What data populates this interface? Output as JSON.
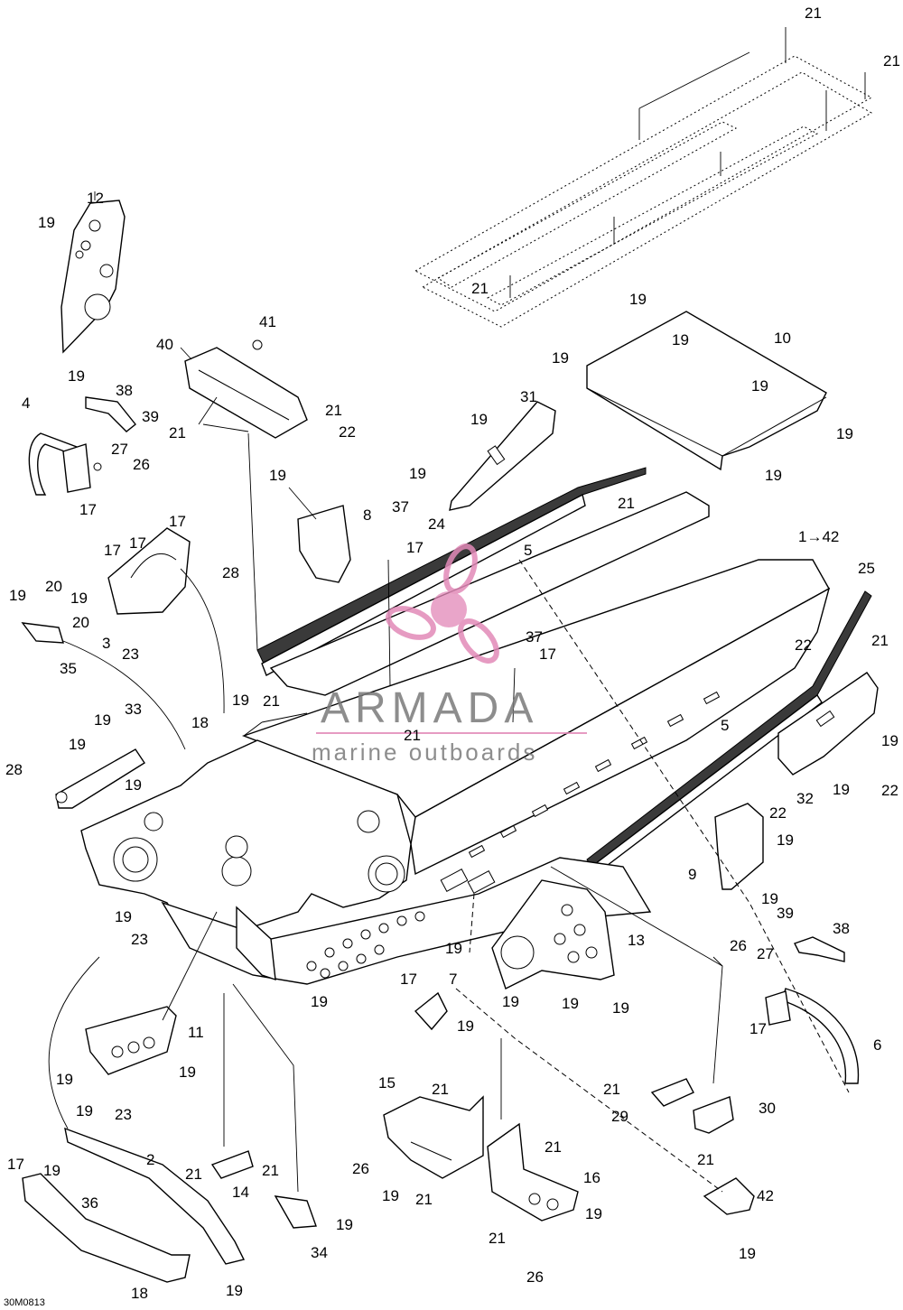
{
  "reference_code": "30M0813",
  "watermark": {
    "brand": "ARMADA",
    "tagline": "marine outboards",
    "logo": "propeller-logo"
  },
  "callouts": {
    "top_plate_21_a": "21",
    "top_plate_21_b": "21",
    "top_plate_21_c": "21",
    "part_12": "12",
    "part_12_19_a": "19",
    "part_12_19_b": "19",
    "part_41": "41",
    "part_40": "40",
    "part_40_21_a": "21",
    "part_40_21_b": "21",
    "part_38_left": "38",
    "part_39_left": "39",
    "part_4": "4",
    "part_27_left": "27",
    "part_26_left": "26",
    "part_17_left": "17",
    "part_22_upper": "22",
    "part_19_cluster": "19",
    "part_8": "8",
    "part_10": "10",
    "part_10_19_a": "19",
    "part_10_19_b": "19",
    "part_10_19_c": "19",
    "part_10_19_d": "19",
    "part_10_19_e": "19",
    "part_10_19_f": "19",
    "part_31": "31",
    "part_31_19_a": "19",
    "part_31_19_b": "19",
    "part_21_rail": "21",
    "part_37_upper": "37",
    "part_17_upper": "17",
    "part_24": "24",
    "part_5_upper": "5",
    "part_1_42": "1→42",
    "part_25": "25",
    "part_17_a": "17",
    "part_17_b": "17",
    "part_17_c": "17",
    "part_28_upper": "28",
    "part_3": "3",
    "part_23_upper": "23",
    "part_19_left_a": "19",
    "part_20_a": "20",
    "part_19_left_b": "19",
    "part_20_b": "20",
    "part_35": "35",
    "part_37_mid": "37",
    "part_17_mid": "17",
    "part_22_right": "22",
    "part_21_right": "21",
    "part_19_frame": "19",
    "part_21_frame_a": "21",
    "part_21_frame_b": "21",
    "part_18_upper": "18",
    "part_33": "33",
    "part_19_33_a": "19",
    "part_19_33_b": "19",
    "part_28_left": "28",
    "part_19_33_c": "19",
    "part_5_mid": "5",
    "part_32": "32",
    "part_19_32_a": "19",
    "part_19_32_b": "19",
    "part_22_32": "22",
    "part_22_9": "22",
    "part_19_9_a": "19",
    "part_9": "9",
    "part_19_9_b": "19",
    "part_19_under_a": "19",
    "part_23_under": "23",
    "part_19_under_b": "19",
    "part_17_under": "17",
    "part_19_under_c": "19",
    "part_13": "13",
    "part_19_13_a": "19",
    "part_19_13_b": "19",
    "part_19_13_c": "19",
    "part_7": "7",
    "part_19_7": "19",
    "part_39_right": "39",
    "part_38_right": "38",
    "part_26_right": "26",
    "part_27_right": "27",
    "part_17_right": "17",
    "part_6": "6",
    "part_11": "11",
    "part_19_11_a": "19",
    "part_19_11_b": "19",
    "part_19_11_c": "19",
    "part_23_11": "23",
    "part_15": "15",
    "part_21_15_a": "21",
    "part_26_15": "26",
    "part_19_15": "19",
    "part_21_15_b": "21",
    "part_21_16_a": "21",
    "part_16": "16",
    "part_19_16": "19",
    "part_21_16_b": "21",
    "part_26_16": "26",
    "part_21_29": "21",
    "part_29": "29",
    "part_30": "30",
    "part_21_30": "21",
    "part_42": "42",
    "part_19_42": "19",
    "part_2": "2",
    "part_17_36": "17",
    "part_19_36": "19",
    "part_36": "36",
    "part_18_lower": "18",
    "part_19_lower": "19",
    "part_21_14_a": "21",
    "part_14": "14",
    "part_21_14_b": "21",
    "part_34": "34",
    "part_19_34": "19"
  }
}
